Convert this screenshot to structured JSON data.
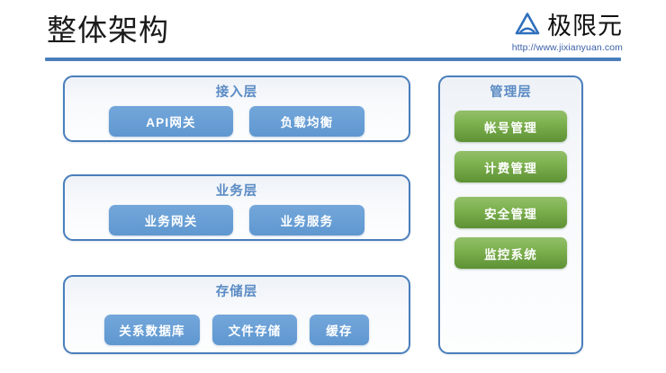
{
  "slide": {
    "title": "整体架构",
    "accent_color": "#4a7ebb",
    "blue_node_color": "#6aa0d6",
    "green_node_color": "#7db14f"
  },
  "logo": {
    "mark_name": "triangle-logo-icon",
    "wordmark": "极限元",
    "url": "http://www.jixianyuan.com",
    "mark_color": "#2f6fbd",
    "url_color": "#3a5fa8"
  },
  "layers": [
    {
      "id": "access",
      "title": "接入层",
      "nodes": [
        {
          "label": "API网关",
          "width": 138
        },
        {
          "label": "负载均衡",
          "width": 128
        }
      ]
    },
    {
      "id": "business",
      "title": "业务层",
      "nodes": [
        {
          "label": "业务网关",
          "width": 138
        },
        {
          "label": "业务服务",
          "width": 128
        }
      ]
    },
    {
      "id": "storage",
      "title": "存储层",
      "nodes": [
        {
          "label": "关系数据库",
          "width": 106
        },
        {
          "label": "文件存储",
          "width": 94
        },
        {
          "label": "缓存",
          "width": 66
        }
      ]
    }
  ],
  "management": {
    "title": "管理层",
    "nodes": [
      {
        "label": "帐号管理"
      },
      {
        "label": "计费管理"
      },
      {
        "label": "安全管理"
      },
      {
        "label": "监控系统"
      }
    ]
  }
}
